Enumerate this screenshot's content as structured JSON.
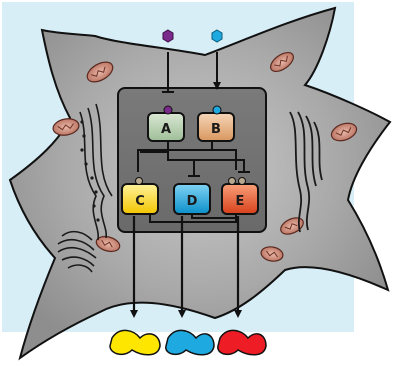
{
  "colors": {
    "background": "#d7eef7",
    "cell_body": "#8a8a8a",
    "nucleus_box": "#5a5a5a",
    "node_A": "#b7d1b2",
    "node_B": "#e8b98f",
    "node_C": "#ffe35a",
    "node_D": "#1fa9e1",
    "node_E": "#ef5a2e",
    "ligand_purple": "#7a2a8a",
    "ligand_blue": "#1fa9e1",
    "output_yellow": "#ffe600",
    "output_blue": "#1fa9e1",
    "output_red": "#ee1c25"
  },
  "nodes": {
    "A": {
      "label": "A"
    },
    "B": {
      "label": "B"
    },
    "C": {
      "label": "C"
    },
    "D": {
      "label": "D"
    },
    "E": {
      "label": "E"
    }
  },
  "icons": {
    "ligands": [
      "hexagon-icon",
      "hexagon-icon"
    ],
    "products": [
      "blob-icon",
      "blob-icon",
      "blob-icon"
    ]
  }
}
